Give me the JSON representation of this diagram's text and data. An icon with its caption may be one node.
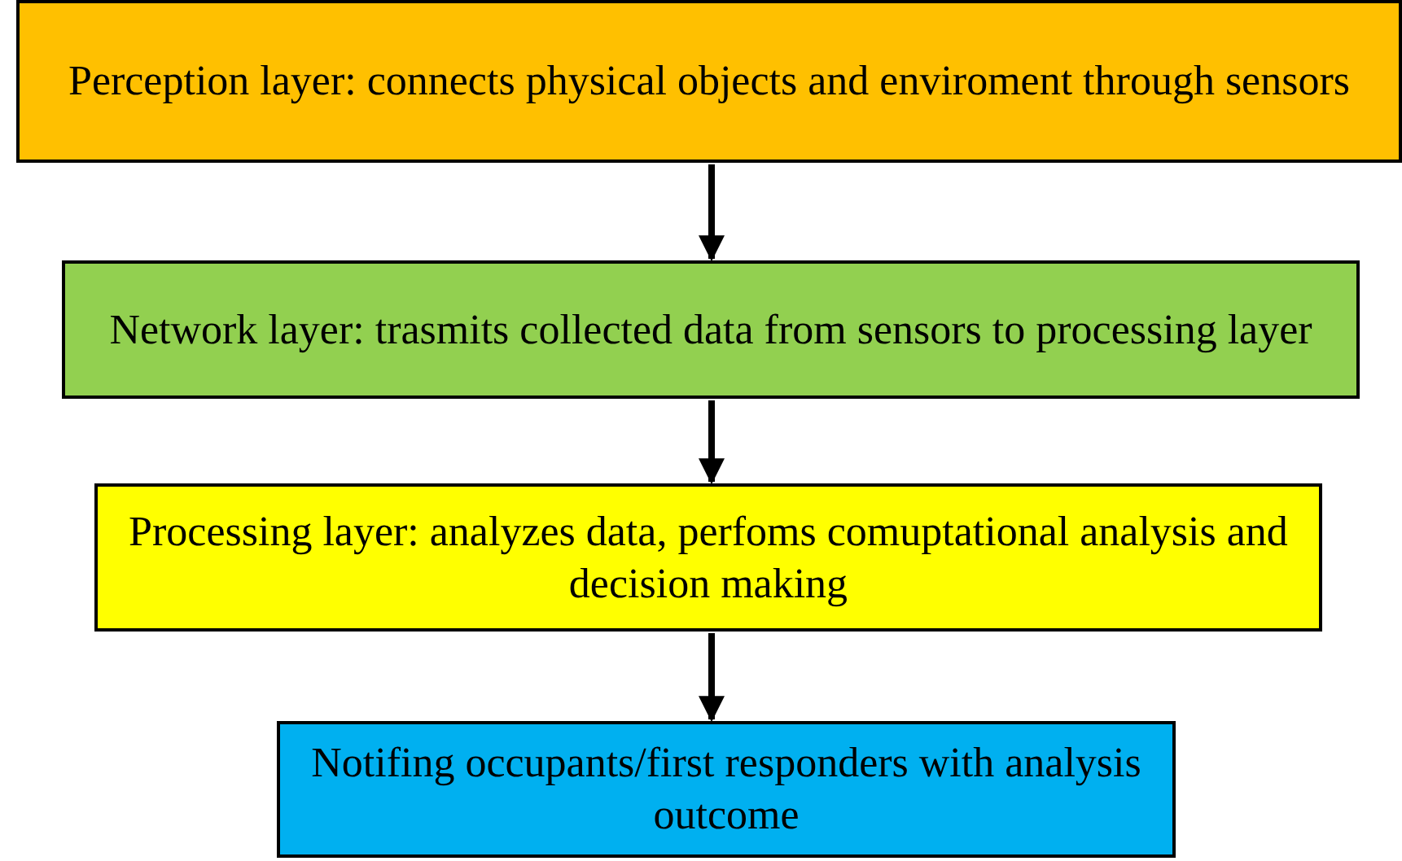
{
  "diagram": {
    "nodes": [
      {
        "text": [
          "Perception layer: connects physical objects and enviroment through sensors"
        ]
      },
      {
        "text": [
          "Network layer: trasmits collected data from sensors to processing layer"
        ]
      },
      {
        "text": [
          "Processing layer: analyzes data, perfoms comuptational analysis and decision making"
        ]
      },
      {
        "text": [
          "Notifing occupants/first responders with analysis outcome"
        ]
      }
    ],
    "edges": [
      {
        "from": 0,
        "to": 1,
        "arrow": "to"
      },
      {
        "from": 1,
        "to": 2,
        "arrow": "to"
      },
      {
        "from": 2,
        "to": 3,
        "arrow": "to"
      }
    ]
  }
}
